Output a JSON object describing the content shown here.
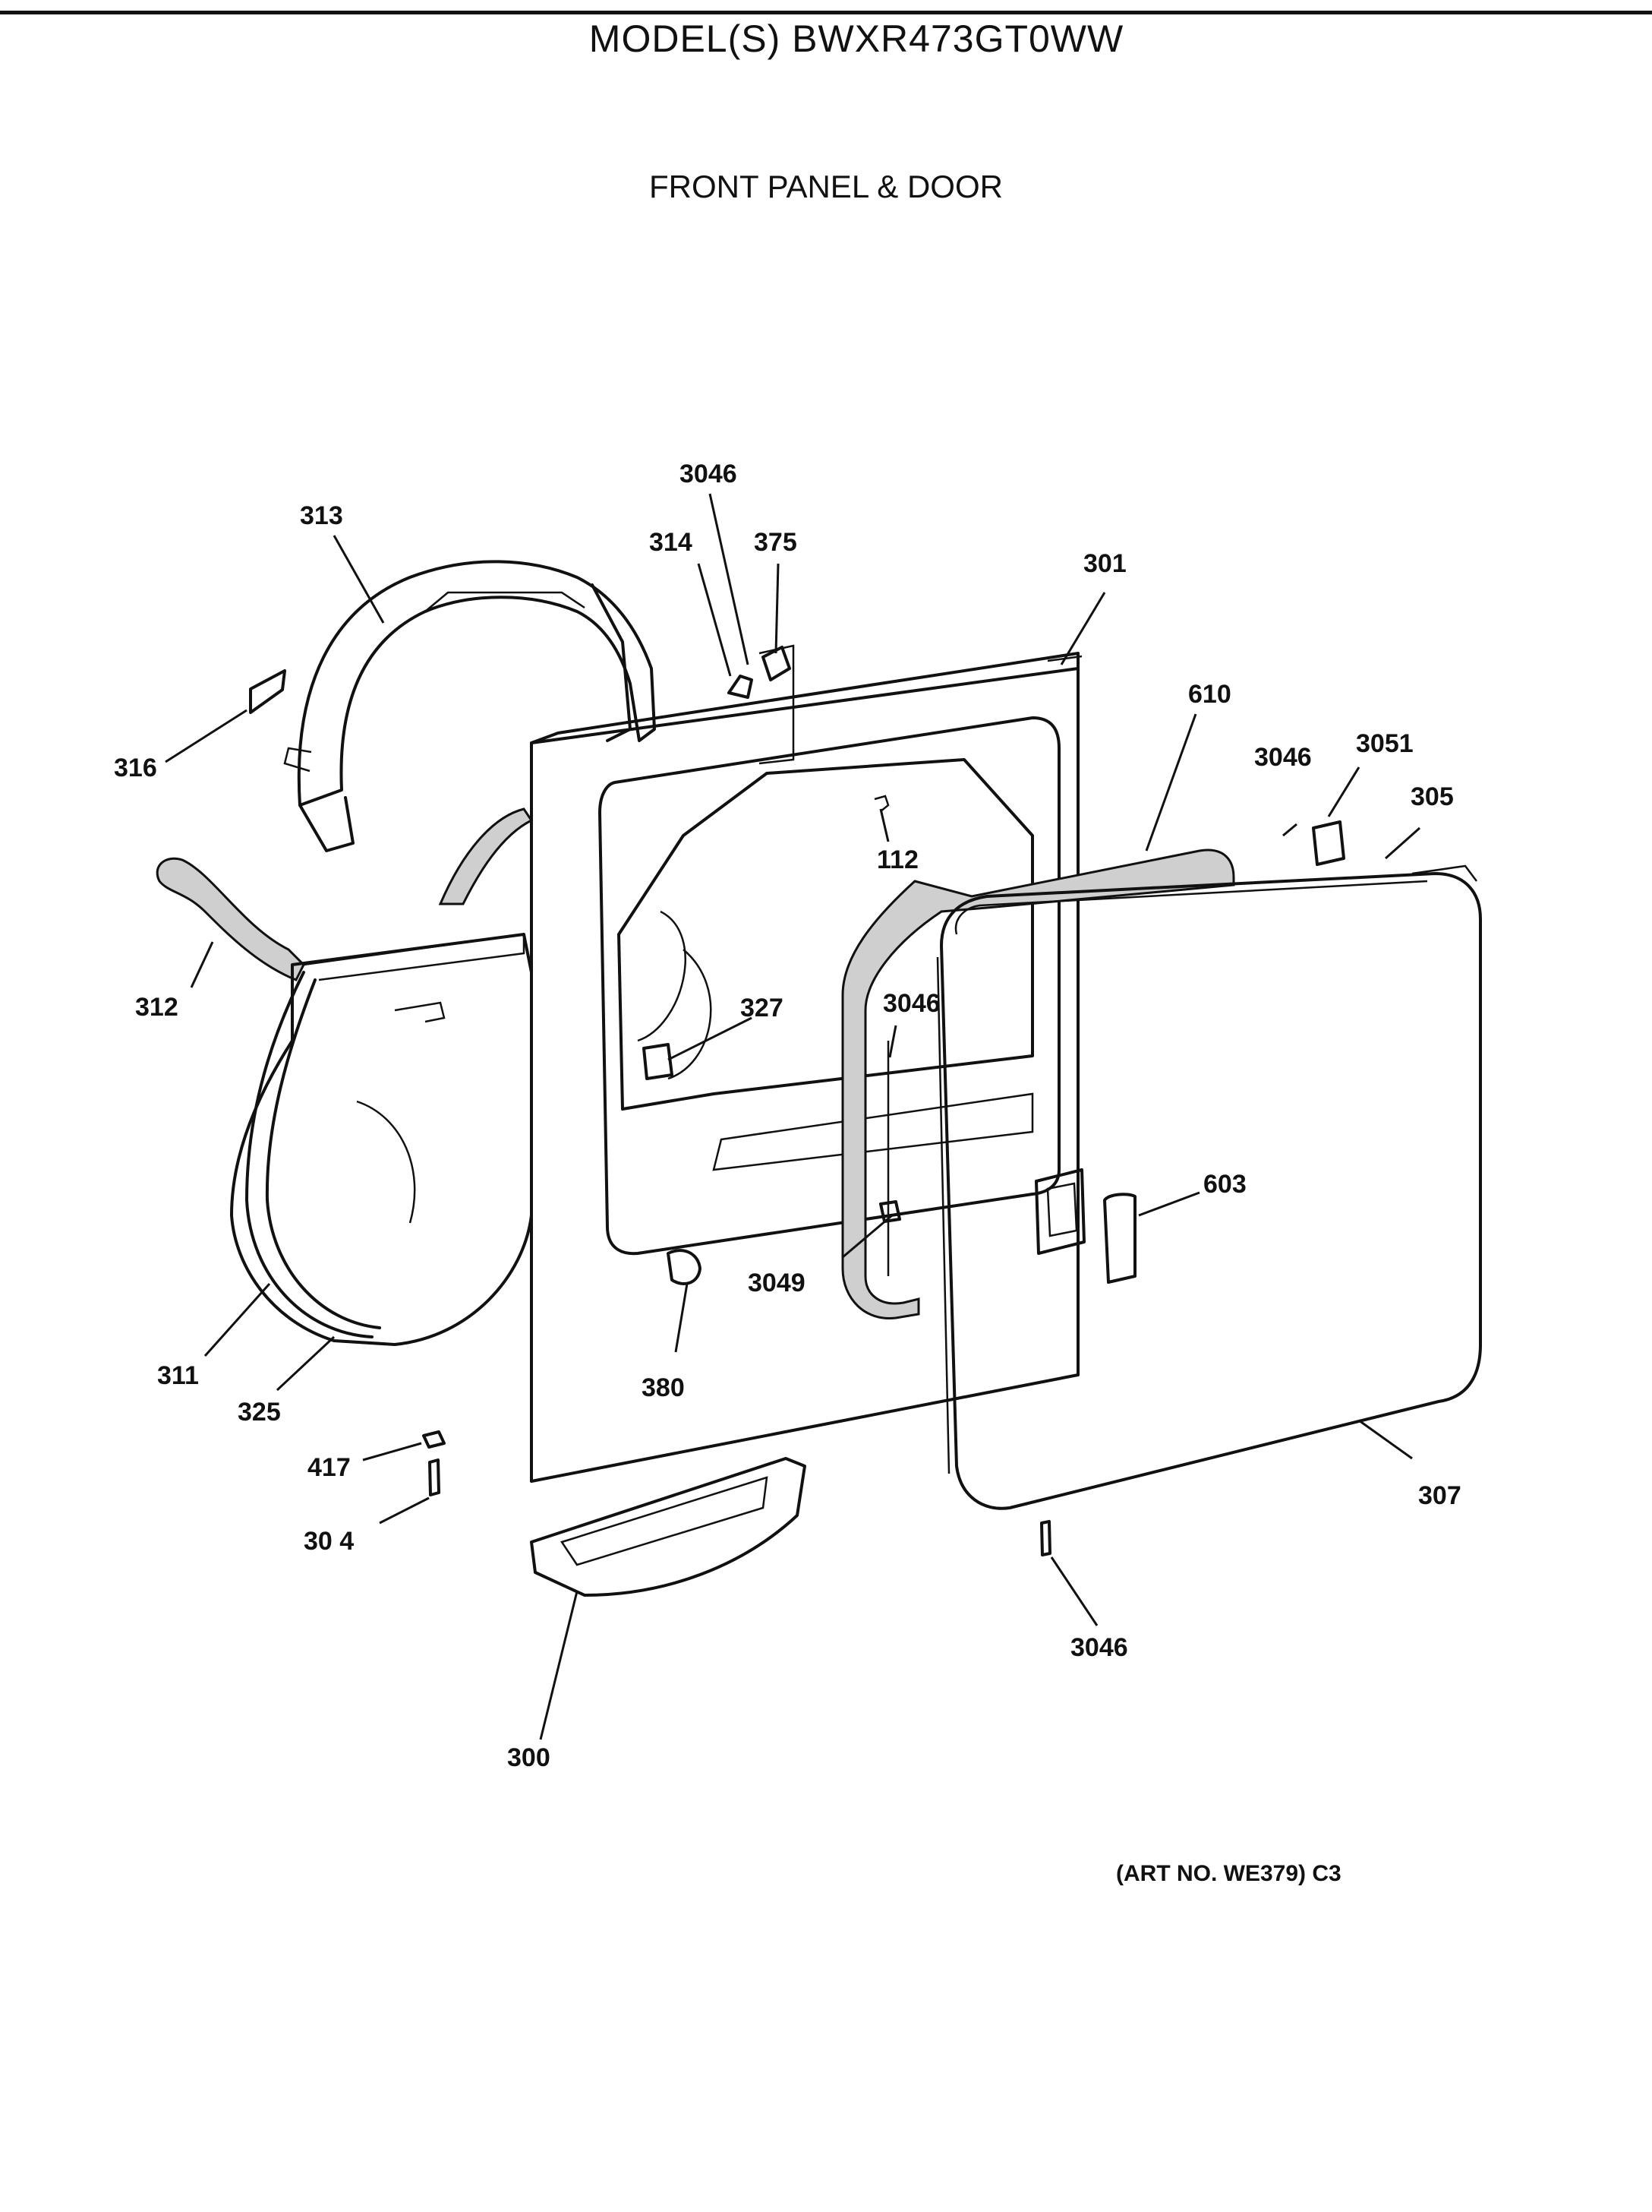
{
  "header": {
    "model": "MODEL(S) BWXR473GT0WW",
    "section": "FRONT PANEL & DOOR"
  },
  "callouts": {
    "c3046_top": "3046",
    "c313": "313",
    "c314": "314",
    "c375": "375",
    "c301": "301",
    "c610": "610",
    "c3046_right": "3046",
    "c3051": "3051",
    "c305": "305",
    "c316": "316",
    "c112": "112",
    "c312": "312",
    "c327": "327",
    "c3046_door": "3046",
    "c603": "603",
    "c3049": "3049",
    "c311": "311",
    "c380": "380",
    "c325": "325",
    "c417": "417",
    "c307": "307",
    "c304": "30 4",
    "c3046_bottom": "3046",
    "c300": "300"
  },
  "footer": {
    "art_no": "(ART NO. WE379) C3"
  }
}
